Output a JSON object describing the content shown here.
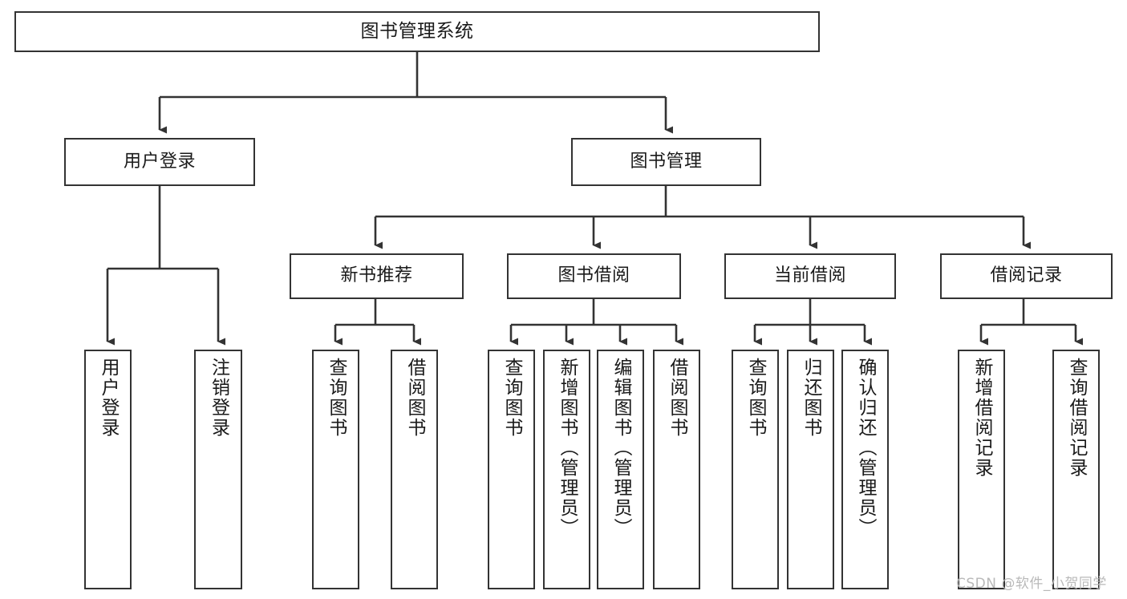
{
  "diagram": {
    "title": "图书管理系统",
    "watermark": "CSDN @软件_小贺同学",
    "theme": {
      "background": "#ffffff",
      "node_border": "#333333",
      "node_fill": "#ffffff",
      "text": "#1a1a1a",
      "connector": "#333333",
      "watermark": "#b9b9b9"
    },
    "nodes": {
      "root": {
        "label": "图书管理系统"
      },
      "level1": [
        {
          "id": "user-login",
          "label": "用户登录"
        },
        {
          "id": "book-manage",
          "label": "图书管理"
        }
      ],
      "level2": [
        {
          "id": "new-book-recommend",
          "label": "新书推荐"
        },
        {
          "id": "book-borrow",
          "label": "图书借阅"
        },
        {
          "id": "current-borrow",
          "label": "当前借阅"
        },
        {
          "id": "borrow-record",
          "label": "借阅记录"
        }
      ],
      "leaves": {
        "user_login": [
          {
            "id": "leaf-user-login",
            "label": "用户登录"
          },
          {
            "id": "leaf-logout-login",
            "label": "注销登录"
          }
        ],
        "new_book_recommend": [
          {
            "id": "leaf-query-book-1",
            "label": "查询图书"
          },
          {
            "id": "leaf-borrow-book-1",
            "label": "借阅图书"
          }
        ],
        "book_borrow": [
          {
            "id": "leaf-query-book-2",
            "label": "查询图书"
          },
          {
            "id": "leaf-add-book",
            "label": "新增图书（管理员）"
          },
          {
            "id": "leaf-edit-book",
            "label": "编辑图书（管理员）"
          },
          {
            "id": "leaf-borrow-book-2",
            "label": "借阅图书"
          }
        ],
        "current_borrow": [
          {
            "id": "leaf-query-book-3",
            "label": "查询图书"
          },
          {
            "id": "leaf-return-book",
            "label": "归还图书"
          },
          {
            "id": "leaf-confirm-return",
            "label": "确认归还（管理员）"
          }
        ],
        "borrow_record": [
          {
            "id": "leaf-add-record",
            "label": "新增借阅记录"
          },
          {
            "id": "leaf-query-record",
            "label": "查询借阅记录"
          }
        ]
      }
    }
  }
}
